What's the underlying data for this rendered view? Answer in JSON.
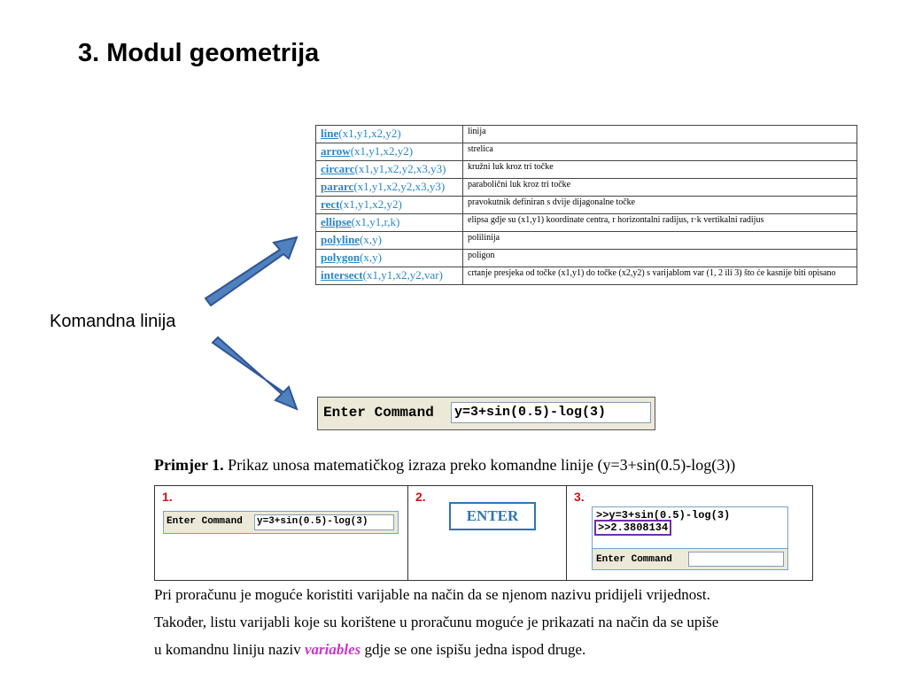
{
  "slide": {
    "title": "3. Modul geometrija",
    "side_label": "Komandna linija"
  },
  "colors": {
    "arrow_fill": "#4f81bd",
    "arrow_stroke": "#2f5597",
    "command_link": "#2a86c8",
    "step_number": "#d01010",
    "highlight": "#cc33cc"
  },
  "commands": [
    {
      "name": "line",
      "args": "(x1,y1,x2,y2)",
      "desc": "linija"
    },
    {
      "name": "arrow",
      "args": "(x1,y1,x2,y2)",
      "desc": "strelica"
    },
    {
      "name": "circarc",
      "args": "(x1,y1,x2,y2,x3,y3)",
      "desc": "kružni luk kroz tri točke"
    },
    {
      "name": "pararc",
      "args": "(x1,y1,x2,y2,x3,y3)",
      "desc": "parabolični luk kroz tri točke"
    },
    {
      "name": "rect",
      "args": "(x1,y1,x2,y2)",
      "desc": "pravokutnik definiran s dvije dijagonalne točke"
    },
    {
      "name": "ellipse",
      "args": "(x1,y1,r,k)",
      "desc": "elipsa gdje su (x1,y1) koordinate centra, r horizontalni radijus, r·k vertikalni radijus"
    },
    {
      "name": "polyline",
      "args": "(x,y)",
      "desc": "polilinija"
    },
    {
      "name": "polygon",
      "args": "(x,y)",
      "desc": "poligon"
    },
    {
      "name": "intersect",
      "args": "(x1,y1,x2,y2,var)",
      "desc": "crtanje presjeka od točke (x1,y1) do točke (x2,y2) s varijablom var (1, 2 ili 3) što će kasnije biti opisano"
    }
  ],
  "command_box": {
    "label": "Enter Command",
    "value": "y=3+sin(0.5)-log(3)"
  },
  "example": {
    "caption_bold": "Primjer 1.",
    "caption_text": " Prikaz unosa matematičkog izraza preko komandne linije (y=3+sin(0.5)-log(3))",
    "step1": {
      "num": "1.",
      "label": "Enter Command",
      "value": "y=3+sin(0.5)-log(3)"
    },
    "step2": {
      "num": "2.",
      "button": "ENTER"
    },
    "step3": {
      "num": "3.",
      "line1": ">>y=3+sin(0.5)-log(3)",
      "line2": ">>2.3808134",
      "cmd_label": "Enter Command"
    }
  },
  "description": {
    "line1": "Pri proračunu je moguće koristiti varijable na način da se njenom nazivu pridijeli vrijednost.",
    "line2": "Također, listu varijabli koje su korištene u proračunu moguće je prikazati na način da se upiše",
    "line3_pre": "u komandnu liniju naziv ",
    "line3_highlight": "variables",
    "line3_post": " gdje se one ispišu jedna ispod druge."
  }
}
